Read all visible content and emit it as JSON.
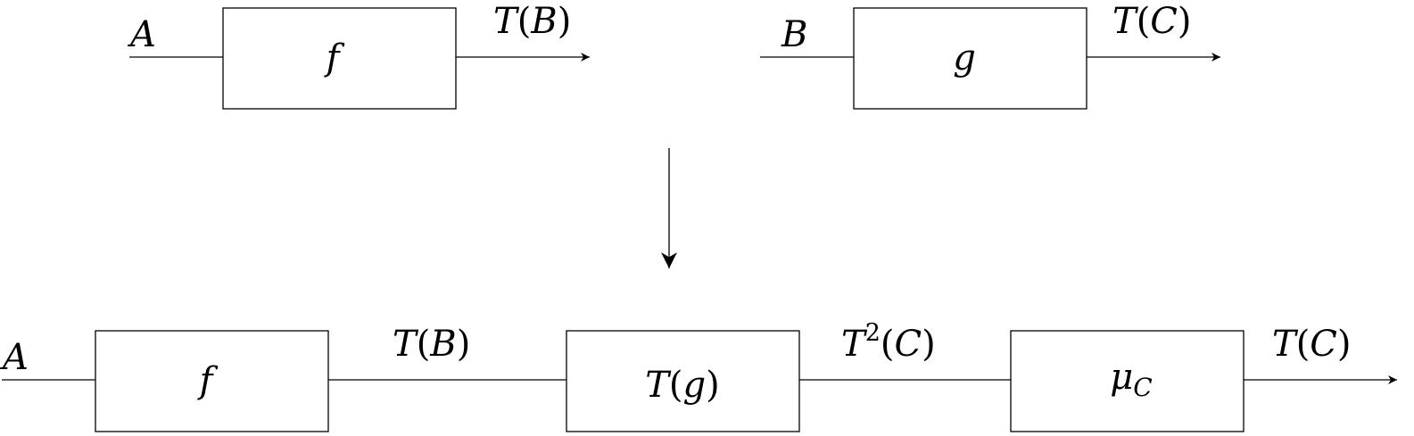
{
  "top_left": {
    "input_label": "A",
    "block_label": "f",
    "output_label_T": "T",
    "output_label_paren_open": "(",
    "output_label_arg": "B",
    "output_label_paren_close": ")"
  },
  "top_right": {
    "input_label": "B",
    "block_label": "g",
    "output_label_T": "T",
    "output_label_paren_open": "(",
    "output_label_arg": "C",
    "output_label_paren_close": ")"
  },
  "bottom": {
    "input_label": "A",
    "block1_label": "f",
    "wire1_T": "T",
    "wire1_open": "(",
    "wire1_arg": "B",
    "wire1_close": ")",
    "block2_T": "T",
    "block2_open": "(",
    "block2_arg": "g",
    "block2_close": ")",
    "wire2_T": "T",
    "wire2_exp": "2",
    "wire2_open": "(",
    "wire2_arg": "C",
    "wire2_close": ")",
    "block3_mu": "μ",
    "block3_sub": "C",
    "output_T": "T",
    "output_open": "(",
    "output_arg": "C",
    "output_close": ")"
  }
}
